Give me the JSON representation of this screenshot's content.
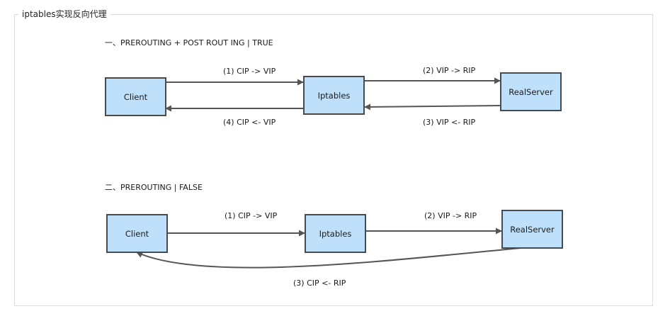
{
  "title": "iptables实现反向代理",
  "colors": {
    "node_fill": "#bfe0fb",
    "node_border": "#4a4a4a",
    "edge": "#555555",
    "frame_border": "#dcdcdc"
  },
  "sections": [
    {
      "heading": "一、PREROUTING + POST ROUT ING | TRUE",
      "nodes": {
        "client": "Client",
        "iptables": "Iptables",
        "realserver": "RealServer"
      },
      "edges": [
        {
          "from": "client",
          "to": "iptables",
          "label": "(1) CIP -> VIP"
        },
        {
          "from": "iptables",
          "to": "realserver",
          "label": "(2) VIP -> RIP"
        },
        {
          "from": "realserver",
          "to": "iptables",
          "label": "(3) VIP <- RIP"
        },
        {
          "from": "iptables",
          "to": "client",
          "label": "(4) CIP <- VIP"
        }
      ]
    },
    {
      "heading": "二、PREROUTING | FALSE",
      "nodes": {
        "client": "Client",
        "iptables": "Iptables",
        "realserver": "RealServer"
      },
      "edges": [
        {
          "from": "client",
          "to": "iptables",
          "label": "(1) CIP -> VIP"
        },
        {
          "from": "iptables",
          "to": "realserver",
          "label": "(2) VIP -> RIP"
        },
        {
          "from": "realserver",
          "to": "client",
          "label": "(3) CIP <- RIP"
        }
      ]
    }
  ]
}
